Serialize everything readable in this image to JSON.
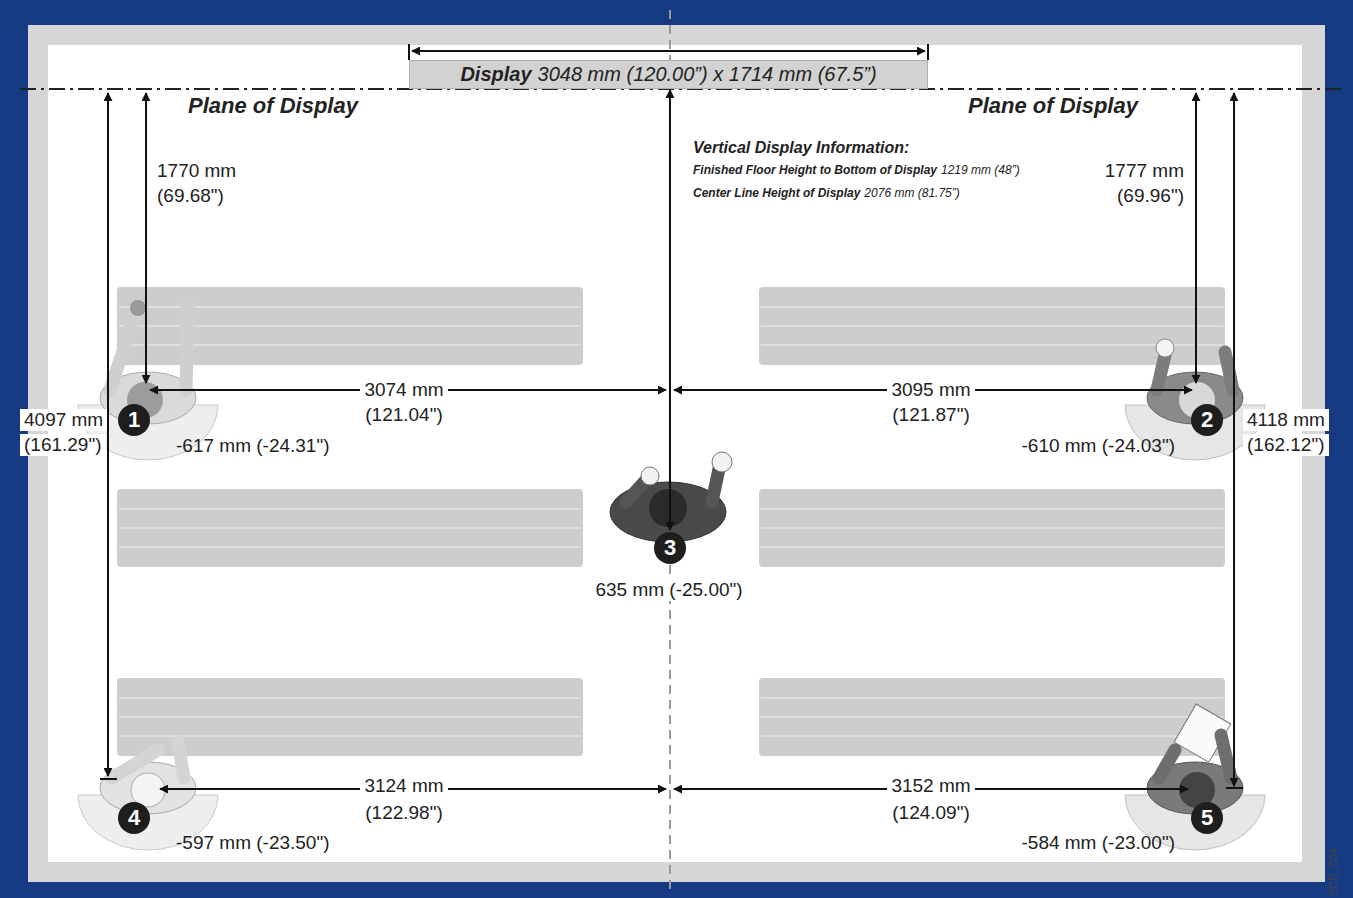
{
  "diagram": {
    "nodes": [
      {
        "text": [
          "Display",
          "3048 mm (120.00”) x 1714 mm (67.5”)"
        ]
      },
      {
        "text": [
          "1"
        ]
      },
      {
        "text": [
          "2"
        ]
      },
      {
        "text": [
          "3"
        ]
      },
      {
        "text": [
          "4"
        ]
      },
      {
        "text": [
          "5"
        ]
      }
    ],
    "edges": [
      {
        "from": 0,
        "to": 3,
        "arrow": "both"
      }
    ],
    "labels": [
      "Plane of Display",
      "Plane of Display",
      "Vertical Display Information:",
      "Finished Floor Height to Bottom of Display",
      "1219 mm (48”)",
      "Center Line Height of Display",
      "2076 mm (81.75”)",
      "1770 mm",
      "(69.68\")",
      "1777 mm",
      "(69.96\")",
      "3074 mm",
      "(121.04\")",
      "3095 mm",
      "(121.87\")",
      "4097 mm",
      "(161.29\")",
      "4118 mm",
      "(162.12\")",
      "-617 mm (-24.31\")",
      "-610 mm (-24.03\")",
      "635 mm (-25.00\")",
      "3124 mm",
      "(122.98\")",
      "3152 mm",
      "(124.09\")",
      "-597 mm (-23.50\")",
      "-584 mm (-23.00\")",
      "SCR_004"
    ]
  }
}
